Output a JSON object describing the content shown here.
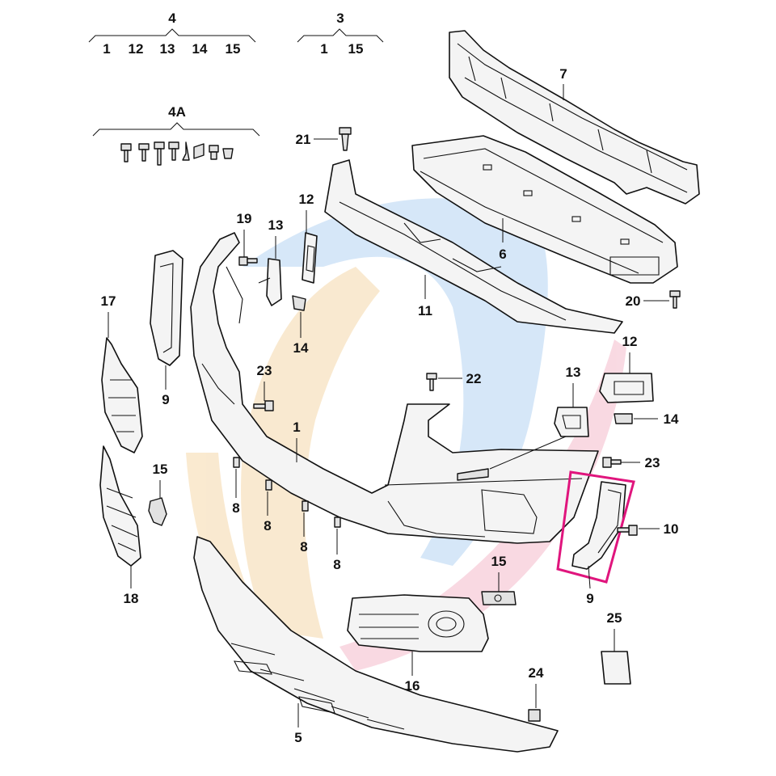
{
  "labels": {
    "p1": "1",
    "p3": "3",
    "p4": "4",
    "p4a": "4A",
    "p5": "5",
    "p6": "6",
    "p7": "7",
    "p8": "8",
    "p9": "9",
    "p10": "10",
    "p11": "11",
    "p12": "12",
    "p13": "13",
    "p14": "14",
    "p15": "15",
    "p16": "16",
    "p17": "17",
    "p18": "18",
    "p19": "19",
    "p20": "20",
    "p21": "21",
    "p22": "22",
    "p23": "23",
    "p24": "24",
    "p25": "25"
  },
  "kit4": {
    "title": "4",
    "items": [
      "1",
      "12",
      "13",
      "14",
      "15"
    ]
  },
  "kit3": {
    "title": "3",
    "items": [
      "1",
      "15"
    ]
  },
  "kit4a": {
    "title": "4A"
  },
  "colors": {
    "highlight": "#e0157d",
    "watermark_blue": "#cfe3f7",
    "watermark_orange": "#f9e6c8",
    "watermark_pink": "#f8d3de"
  }
}
